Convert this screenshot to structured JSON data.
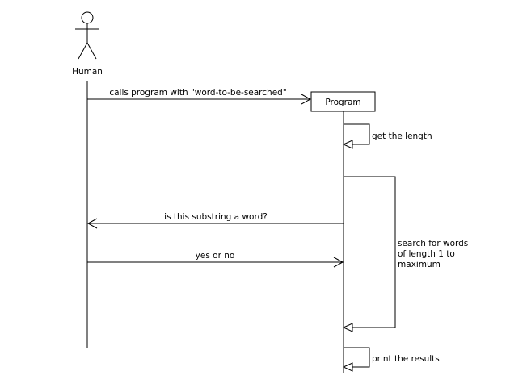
{
  "actors": {
    "human": {
      "label": "Human"
    },
    "program": {
      "label": "Program"
    }
  },
  "messages": {
    "call": "calls program with \"word-to-be-searched\"",
    "query": "is this substring a word?",
    "reply": "yes or no"
  },
  "self_calls": {
    "get_length": "get the length",
    "search": [
      "search for words",
      "of length 1 to",
      "maximum"
    ],
    "print": "print the results"
  },
  "icons": {
    "actor": "stick-figure-icon",
    "open_arrow": "open-arrowhead-icon",
    "hollow_arrow": "hollow-triangle-arrowhead-icon"
  }
}
